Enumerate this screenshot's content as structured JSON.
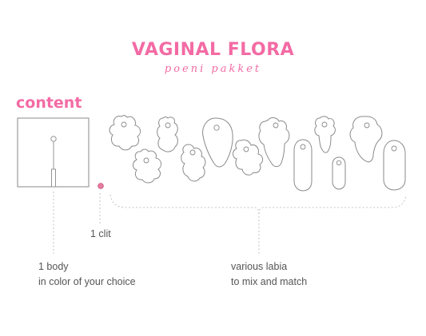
{
  "header": {
    "title": "VAGINAL FLORA",
    "subtitle": "poeni pakket"
  },
  "section": {
    "heading": "content"
  },
  "captions": {
    "clit": "1 clit",
    "body_line1": "1 body",
    "body_line2": "in color of your choice",
    "labia_line1": "various labia",
    "labia_line2": "to mix and match"
  },
  "colors": {
    "accent": "#f36ba4",
    "clit_fill": "#e8799f",
    "outline": "#8a8a8a",
    "text": "#555555"
  }
}
